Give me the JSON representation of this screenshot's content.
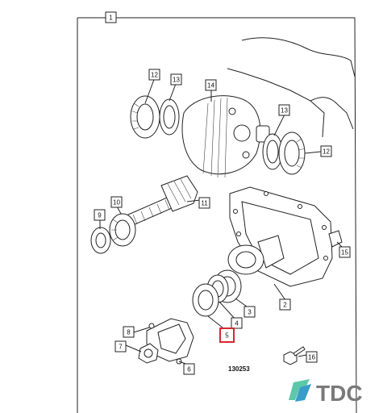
{
  "diagram": {
    "figure_number": "130253",
    "logo_text": "TDC",
    "callouts": [
      {
        "id": "c1",
        "label": "1"
      },
      {
        "id": "c12a",
        "label": "12"
      },
      {
        "id": "c13a",
        "label": "13"
      },
      {
        "id": "c14",
        "label": "14"
      },
      {
        "id": "c13b",
        "label": "13"
      },
      {
        "id": "c12b",
        "label": "12"
      },
      {
        "id": "c10",
        "label": "10"
      },
      {
        "id": "c9",
        "label": "9"
      },
      {
        "id": "c11",
        "label": "11"
      },
      {
        "id": "c15",
        "label": "15"
      },
      {
        "id": "c2",
        "label": "2"
      },
      {
        "id": "c3",
        "label": "3"
      },
      {
        "id": "c4",
        "label": "4"
      },
      {
        "id": "c5",
        "label": "5"
      },
      {
        "id": "c8",
        "label": "8"
      },
      {
        "id": "c7",
        "label": "7"
      },
      {
        "id": "c6",
        "label": "6"
      },
      {
        "id": "c16",
        "label": "16"
      }
    ],
    "highlight_color": "#d6282e"
  }
}
